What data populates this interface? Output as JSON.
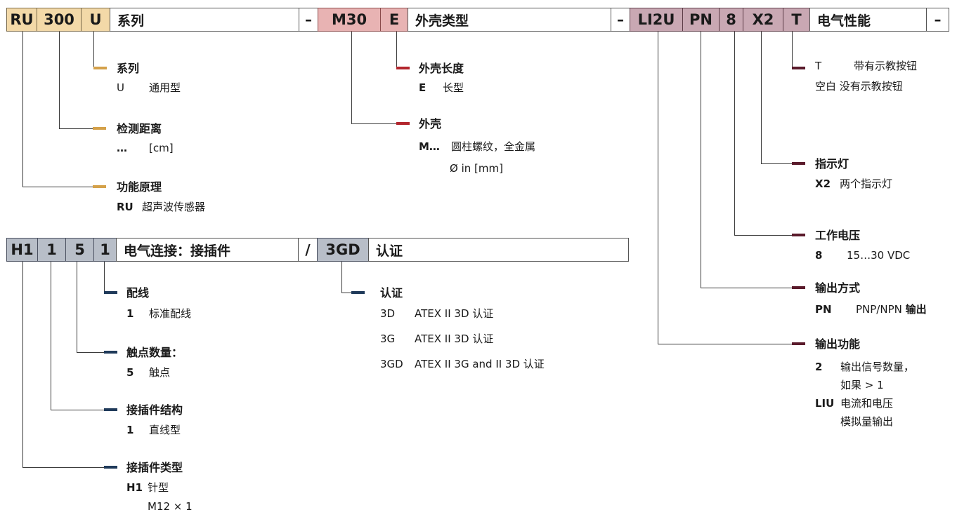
{
  "colors": {
    "orange": "#d4a14a",
    "red": "#b3262d",
    "purple": "#5a1a2b",
    "blue": "#1f3a5a"
  },
  "top_code": {
    "g1": [
      "RU",
      "300",
      "U"
    ],
    "g1_label": "系列",
    "dash1": "–",
    "g2": [
      "M30",
      "E"
    ],
    "g2_label": "外壳类型",
    "dash2": "–",
    "g3": [
      "LI2U",
      "PN",
      "8",
      "X2",
      "T"
    ],
    "g3_label": "电气性能",
    "dash3": "–"
  },
  "series": {
    "title": "系列",
    "code": "U",
    "desc": "通用型"
  },
  "distance": {
    "title": "检测距离",
    "code": "…",
    "desc": "[cm]"
  },
  "principle": {
    "title": "功能原理",
    "code": "RU",
    "desc": "超声波传感器"
  },
  "housing_len": {
    "title": "外壳长度",
    "code": "E",
    "desc": "长型"
  },
  "housing": {
    "title": "外壳",
    "code": "M…",
    "desc": "圆柱螺纹，全金属",
    "desc2": "Ø in [mm]"
  },
  "button": {
    "line1_code": "T",
    "line1_desc": "带有示教按钮",
    "line2": "空白 没有示教按钮"
  },
  "indicator": {
    "title": "指示灯",
    "code": "X2",
    "desc": "两个指示灯"
  },
  "voltage": {
    "title": "工作电压",
    "code": "8",
    "desc": "15…30 VDC"
  },
  "output_mode": {
    "title": "输出方式",
    "code": "PN",
    "desc": "PNP/NPN",
    "desc_bold": "输出"
  },
  "output_func": {
    "title": "输出功能",
    "code1": "2",
    "desc1": "输出信号数量，",
    "desc1b": "如果 > 1",
    "code2": "LIU",
    "desc2": "电流和电压",
    "desc2b": "模拟量输出"
  },
  "bottom_code": {
    "g1": [
      "H1",
      "1",
      "5",
      "1"
    ],
    "g1_label": "电气连接：接插件",
    "slash": "/",
    "g2": [
      "3GD"
    ],
    "g2_label": "认证"
  },
  "wiring": {
    "title": "配线",
    "code": "1",
    "desc": "标准配线"
  },
  "contacts": {
    "title": "触点数量：",
    "code": "5",
    "desc": "触点"
  },
  "connector_struct": {
    "title": "接插件结构",
    "code": "1",
    "desc": "直线型"
  },
  "connector_type": {
    "title": "接插件类型",
    "code": "H1",
    "desc": "针型",
    "desc2": "M12 × 1"
  },
  "cert": {
    "title": "认证",
    "items": [
      [
        "3D",
        "ATEX II 3D 认证"
      ],
      [
        "3G",
        "ATEX II 3D 认证"
      ],
      [
        "3GD",
        "ATEX II 3G and II 3D 认证"
      ]
    ]
  }
}
